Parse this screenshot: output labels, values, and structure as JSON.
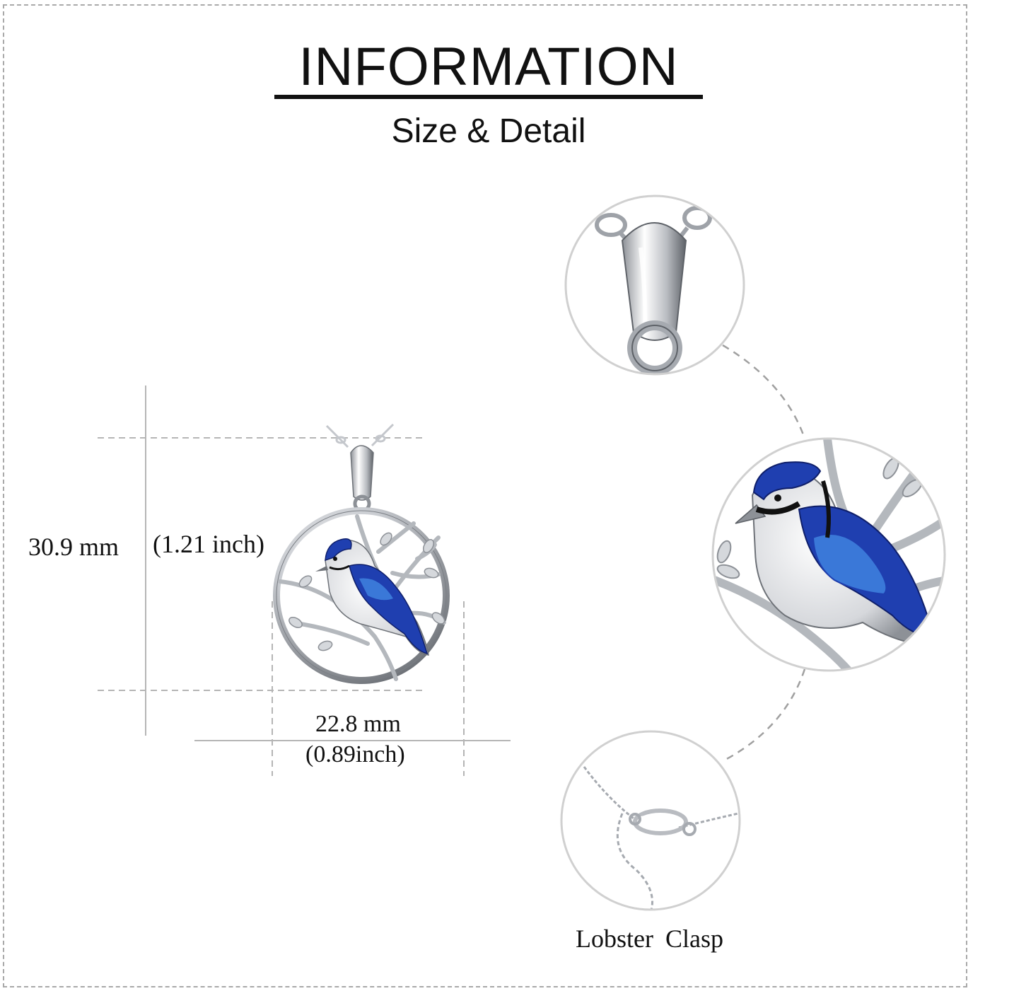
{
  "header": {
    "title": "INFORMATION",
    "subtitle": "Size & Detail"
  },
  "dimensions": {
    "height_mm": "30.9 mm",
    "height_inch": "(1.21 inch)",
    "width_mm": "22.8 mm",
    "width_inch": "(0.89inch)"
  },
  "details": {
    "clasp_label": "Lobster  Clasp"
  },
  "colors": {
    "enamel_blue": "#1f3fb0",
    "light_blue": "#3a78d8",
    "silver": "#c9ccd1",
    "dashed_line": "#b5b5b5"
  }
}
